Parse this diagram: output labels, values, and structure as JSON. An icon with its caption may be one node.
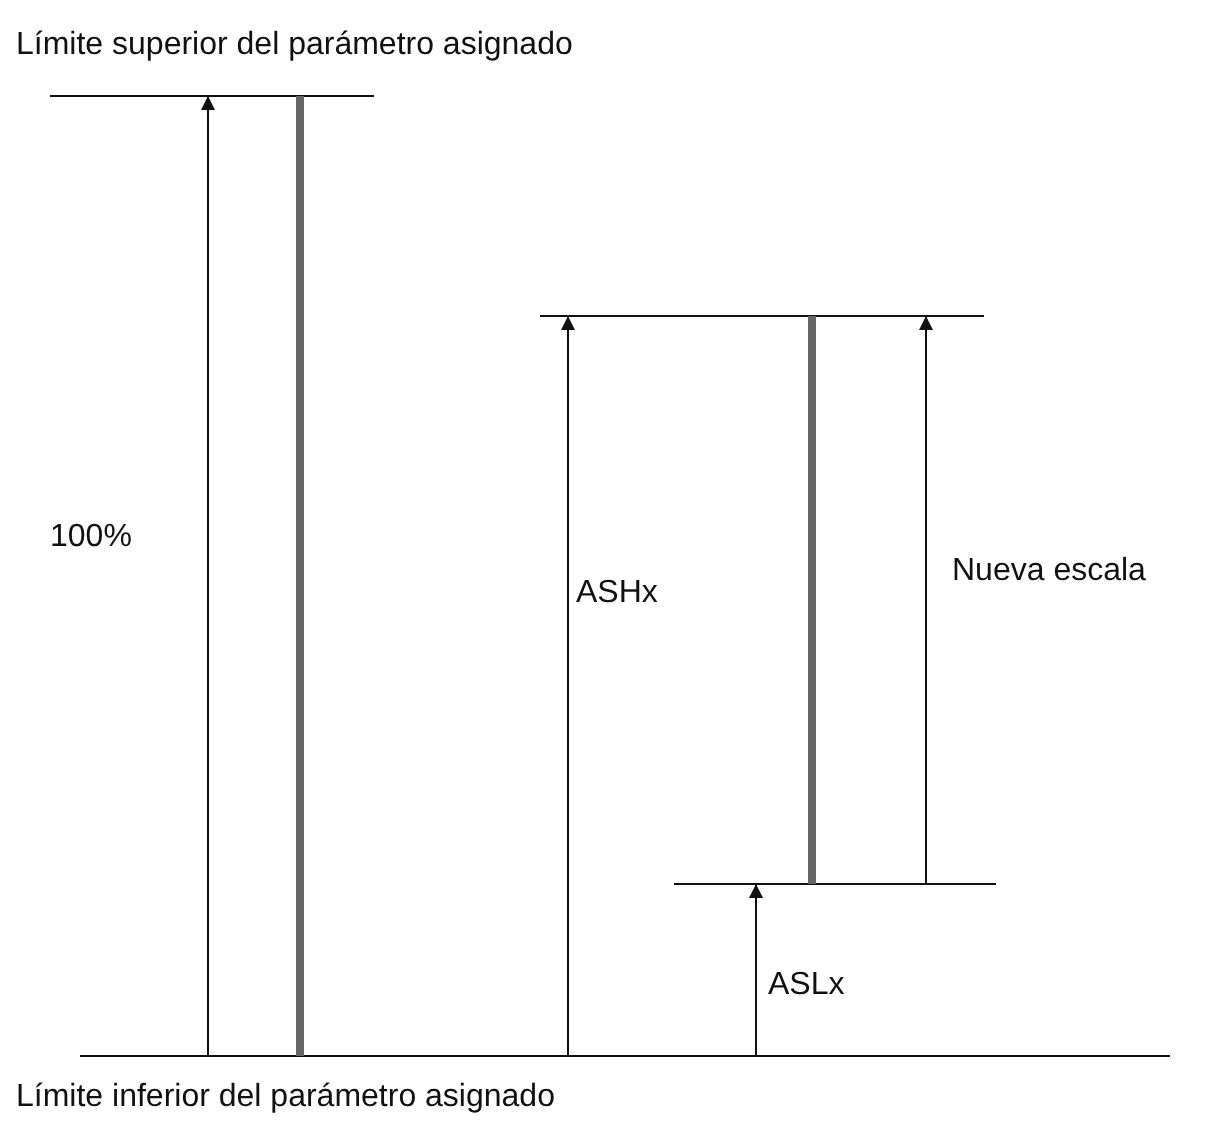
{
  "diagram": {
    "labels": [
      "Límite superior del parámetro asignado",
      "100%",
      "Nueva escala",
      "ASHx",
      "ASLx",
      "Límite inferior del parámetro asignado"
    ]
  }
}
